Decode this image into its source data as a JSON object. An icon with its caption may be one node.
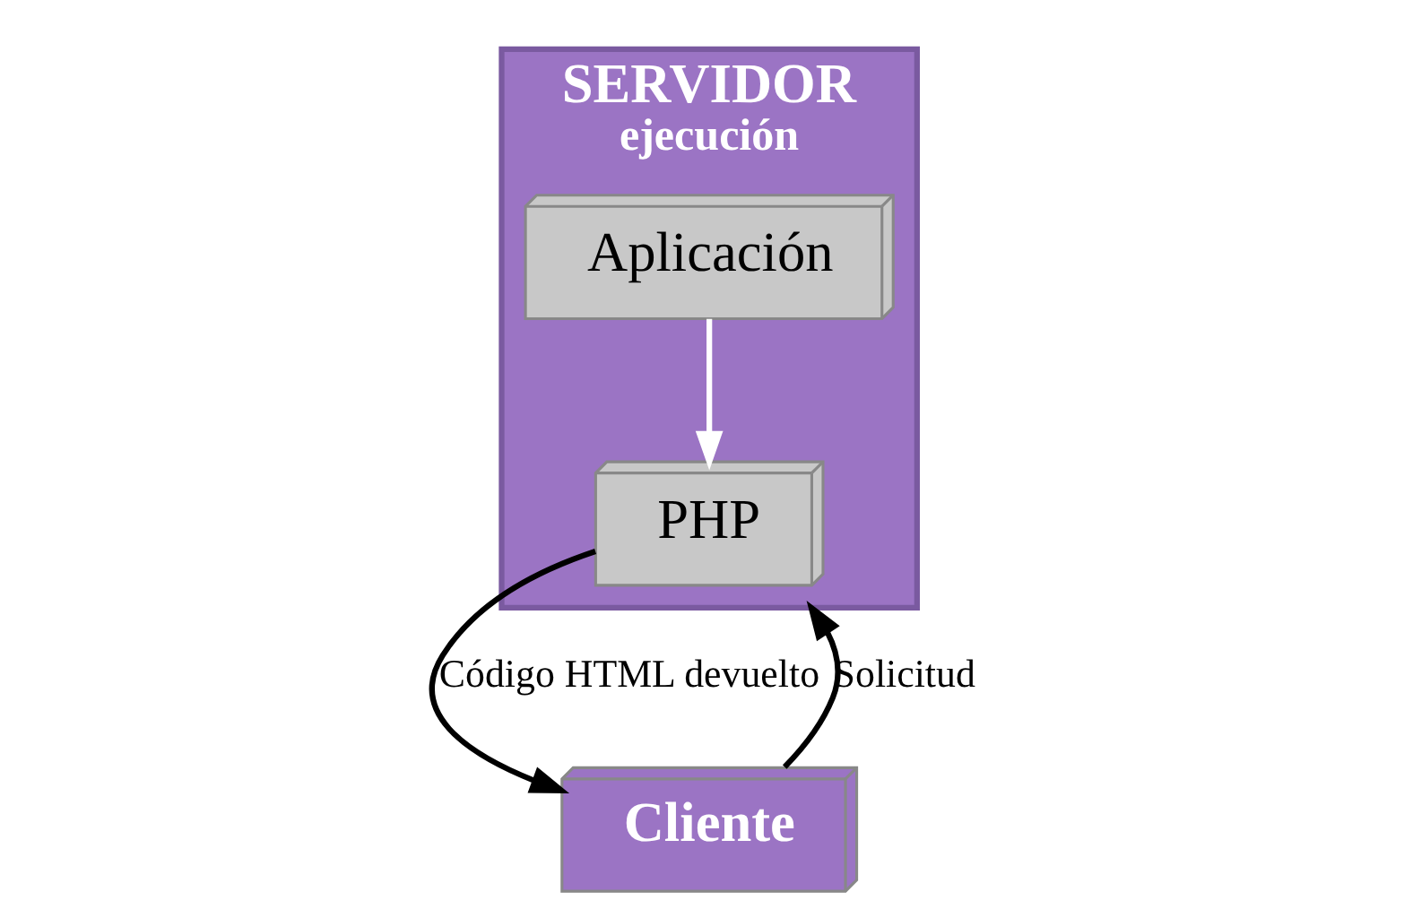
{
  "diagram": {
    "nodes": [
      {
        "text": [
          "SERVIDOR",
          "ejecución"
        ]
      },
      {
        "text": [
          "PHP"
        ],
        "in": 0
      },
      {
        "text": [
          "Aplicación"
        ],
        "in": 0
      },
      {
        "text": [
          "Cliente"
        ]
      }
    ],
    "edges": [
      {
        "from": 2,
        "to": 1,
        "arrow": "to",
        "color": "#ffffff"
      },
      {
        "from": 1,
        "to": 3,
        "arrow": "to",
        "label": "Código HTML devuelto"
      },
      {
        "from": 3,
        "to": 0,
        "arrow": "to",
        "label": "Solicitud"
      }
    ]
  }
}
